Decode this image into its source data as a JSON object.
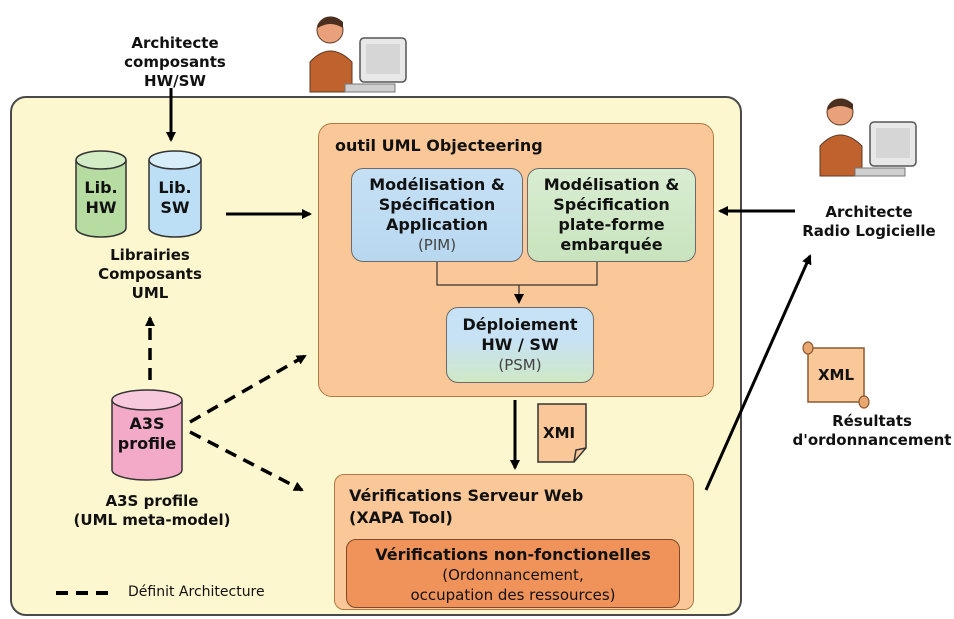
{
  "top_architect": {
    "line1": "Architecte",
    "line2": "composants HW/SW"
  },
  "right_architect": {
    "line1": "Architecte",
    "line2": "Radio Logicielle"
  },
  "libraries": {
    "hw_line1": "Lib.",
    "hw_line2": "HW",
    "sw_line1": "Lib.",
    "sw_line2": "SW",
    "caption_line1": "Librairies",
    "caption_line2": "Composants",
    "caption_line3": "UML"
  },
  "a3s": {
    "db_line1": "A3S",
    "db_line2": "profile",
    "caption_line1": "A3S profile",
    "caption_line2": "(UML meta-model)"
  },
  "uml_tool": {
    "title": "outil UML Objecteering",
    "pim": {
      "line1": "Modélisation &",
      "line2": "Spécification",
      "line3": "Application",
      "sub": "(PIM)"
    },
    "platform": {
      "line1": "Modélisation &",
      "line2": "Spécification",
      "line3": "plate-forme",
      "line4": "embarquée"
    },
    "psm": {
      "line1": "Déploiement",
      "line2": "HW / SW",
      "sub": "(PSM)"
    }
  },
  "xmi_label": "XMI",
  "xml_label": "XML",
  "results": {
    "line1": "Résultats",
    "line2": "d'ordonnancement"
  },
  "verif": {
    "title_line1": "Vérifications Serveur Web",
    "title_line2": "(XAPA Tool)",
    "nonfunc_title": "Vérifications non-fonctionelles",
    "nonfunc_line1": "(Ordonnancement,",
    "nonfunc_line2": "occupation des ressources)"
  },
  "legend": {
    "label": "Définit Architecture"
  },
  "colors": {
    "background": "#fdf7cf",
    "tool": "#fac898",
    "nonfunc": "#f0935a",
    "lib_hw": "#b6dca2",
    "lib_sw": "#bcdff5",
    "a3s": "#f3a9c8"
  }
}
